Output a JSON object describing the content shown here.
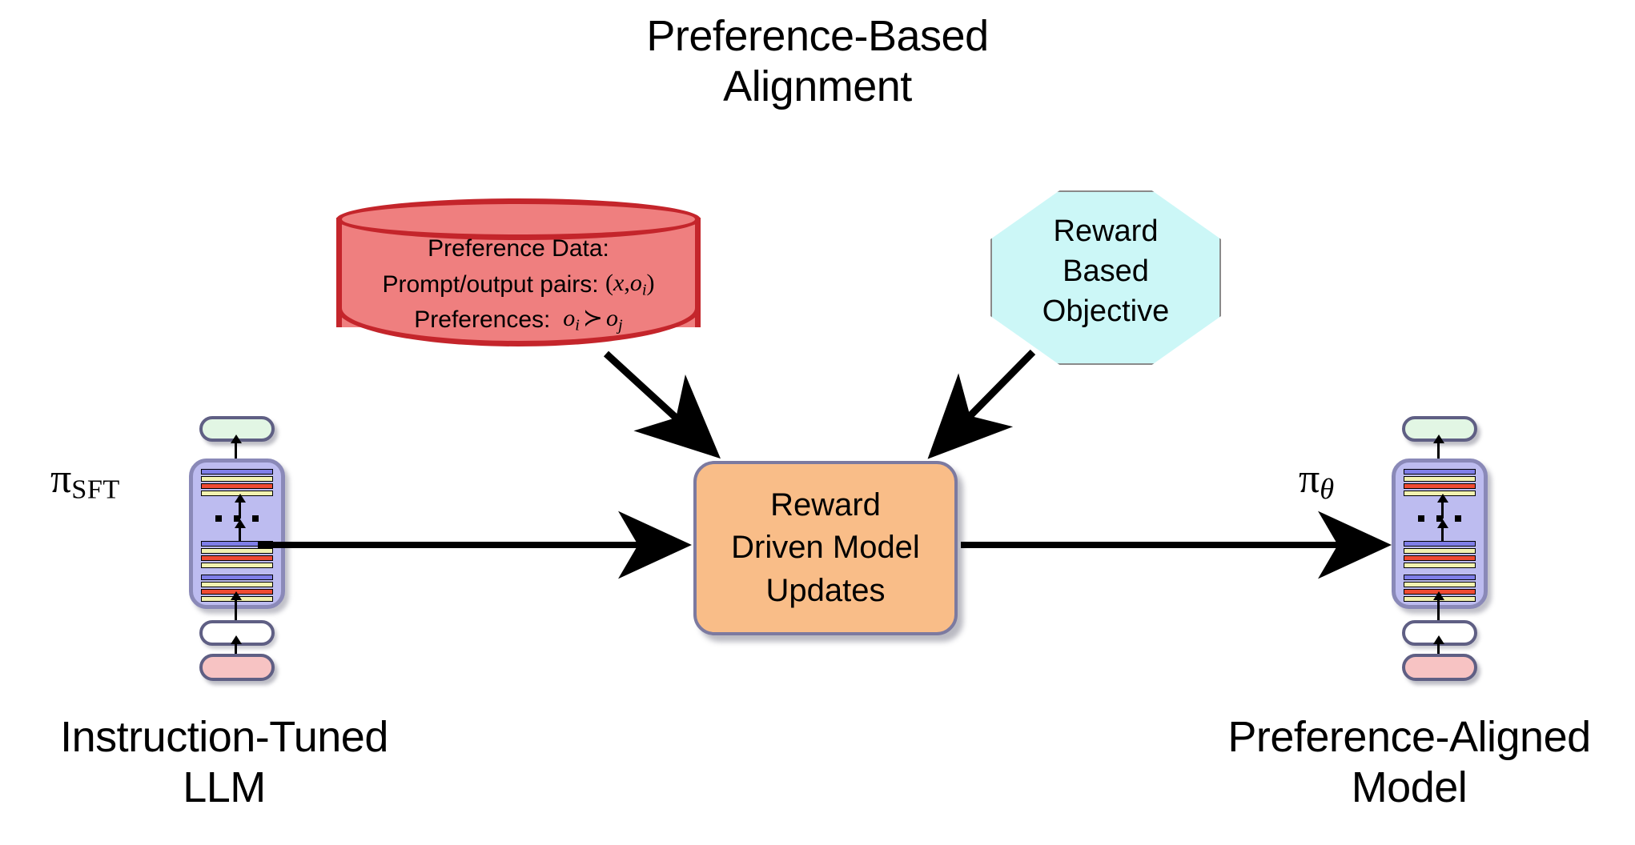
{
  "diagram": {
    "title": "Preference-Based\nAlignment",
    "background_color": "#ffffff"
  },
  "nodes": {
    "preference_data": {
      "shape": "cylinder",
      "fill_color": "#ef7f7f",
      "border_color": "#c4252b",
      "line1": "Preference Data:",
      "line2_label": "Prompt/output pairs:",
      "line2_math": "(x, oᵢ)",
      "line3_label": "Preferences:",
      "line3_math": "oᵢ ≻ oⱼ",
      "math": {
        "pair_open": "(",
        "pair_x": "x",
        "pair_comma": ",",
        "pair_o": "o",
        "pair_o_sub": "i",
        "pair_close": ")",
        "pref_left_o": "o",
        "pref_left_sub": "i",
        "pref_op": "≻",
        "pref_right_o": "o",
        "pref_right_sub": "j"
      }
    },
    "reward_objective": {
      "shape": "octagon",
      "fill_color": "#ccf7f7",
      "border_color": "#8a8a8a",
      "label": "Reward\nBased\nObjective"
    },
    "center_process": {
      "shape": "rounded-rect",
      "fill_color": "#f9bd88",
      "border_color": "#7c7aa0",
      "label": "Reward\nDriven Model\nUpdates"
    },
    "left_model": {
      "policy_label_pi": "π",
      "policy_label_sub": "SFT",
      "caption": "Instruction-Tuned\nLLM",
      "output_pill_color": "#e2f6e4",
      "body_color": "#bdbcf0",
      "input_pill_color": "#f7c3c3",
      "mid_pill_color": "#ffffff",
      "layer_stripes": [
        "blue",
        "yellow",
        "red",
        "yellow"
      ],
      "ellipsis": "▪ ▪ ▪"
    },
    "right_model": {
      "policy_label_pi": "π",
      "policy_label_sub": "θ",
      "caption": "Preference-Aligned\nModel",
      "output_pill_color": "#e2f6e4",
      "body_color": "#bdbcf0",
      "input_pill_color": "#f7c3c3",
      "mid_pill_color": "#ffffff",
      "layer_stripes": [
        "blue",
        "yellow",
        "red",
        "yellow"
      ],
      "ellipsis": "▪ ▪ ▪"
    }
  },
  "edges": [
    {
      "id": "data-to-center",
      "from": "preference_data",
      "to": "center_process",
      "style": "thick-arrow",
      "color": "#000000"
    },
    {
      "id": "objective-to-center",
      "from": "reward_objective",
      "to": "center_process",
      "style": "thick-arrow",
      "color": "#000000"
    },
    {
      "id": "left-to-center",
      "from": "left_model",
      "to": "center_process",
      "style": "thick-arrow",
      "color": "#000000"
    },
    {
      "id": "center-to-right",
      "from": "center_process",
      "to": "right_model",
      "style": "thick-arrow",
      "color": "#000000"
    }
  ]
}
